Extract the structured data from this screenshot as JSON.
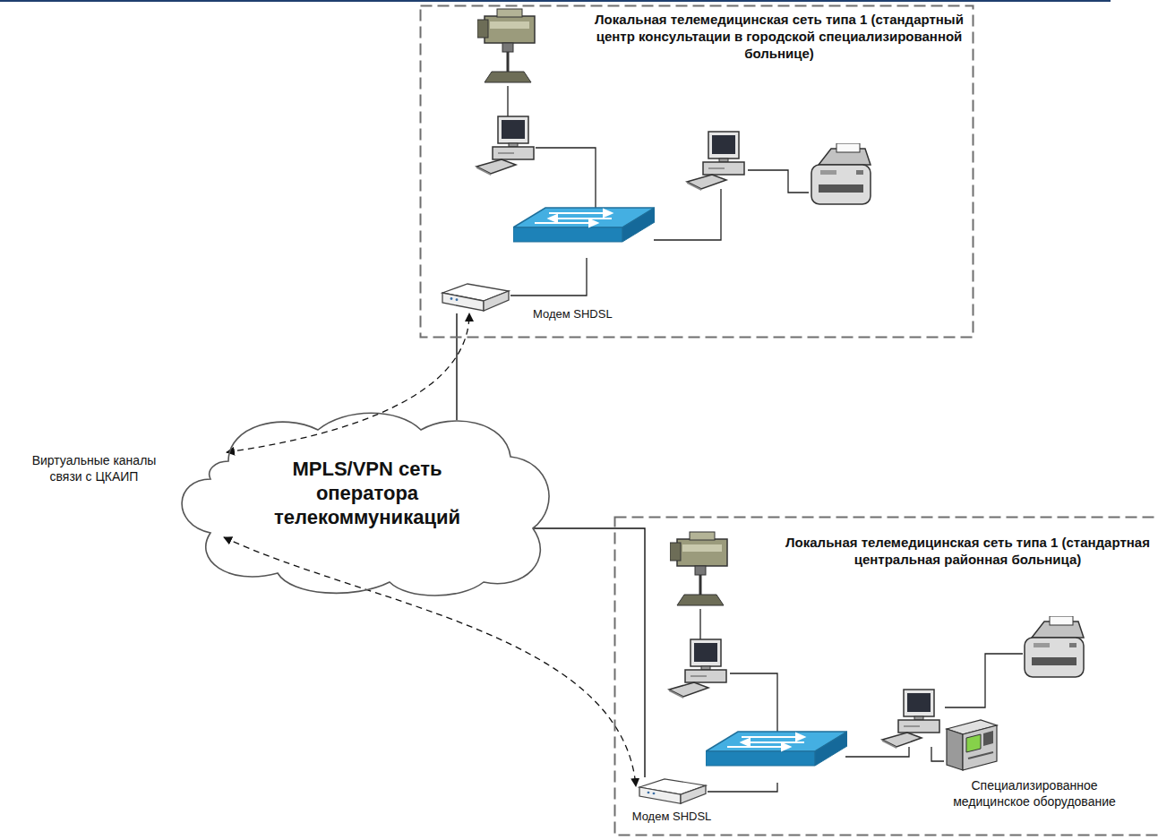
{
  "diagram": {
    "nodes": [
      {
        "text": [
          "Локальная телемедицинская сеть типа 1 (стандартный центр консультации в городской специализированной больнице)"
        ]
      },
      {
        "text": [
          "Модем SHDSL"
        ],
        "in": 0
      },
      {
        "text": [
          "MPLS/VPN сеть оператора телекоммуникаций"
        ]
      },
      {
        "text": [
          "Локальная телемедицинская сеть типа 1 (стандартная центральная районная больница)"
        ]
      },
      {
        "text": [
          "Модем SHDSL"
        ],
        "in": 3
      },
      {
        "text": [
          "Специализированное медицинское оборудование"
        ],
        "in": 3
      }
    ],
    "edges": [
      {
        "from": 2,
        "to": 1,
        "arrow": "none"
      },
      {
        "from": 2,
        "to": 4,
        "arrow": "none"
      },
      {
        "from": 2,
        "to": 1,
        "arrow": "both"
      },
      {
        "from": 2,
        "to": 4,
        "arrow": "both"
      }
    ],
    "labels": [
      "Виртуальные каналы связи с ЦКАИП"
    ]
  }
}
